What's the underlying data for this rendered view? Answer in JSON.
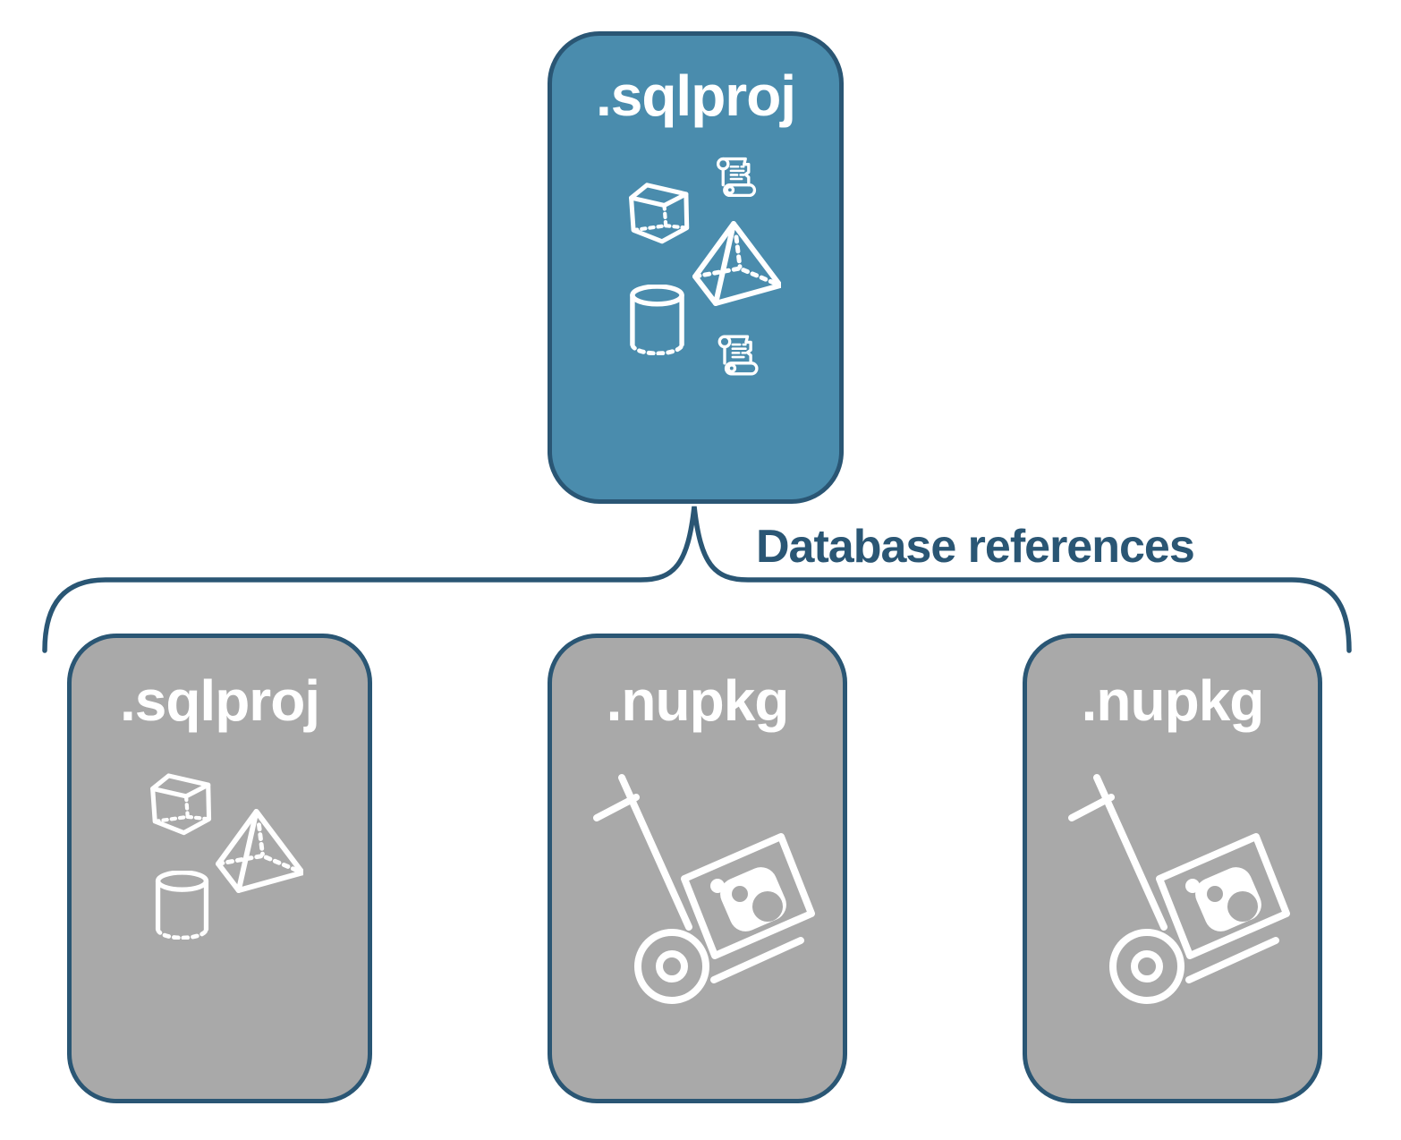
{
  "diagram": {
    "root_box": {
      "label": ".sqlproj",
      "kind": "sql-project",
      "icons": [
        "script-scroll",
        "cube",
        "pyramid",
        "cylinder",
        "script-scroll"
      ]
    },
    "edge": {
      "label": "Database references"
    },
    "child_boxes": [
      {
        "label": ".sqlproj",
        "kind": "sql-project-reference",
        "icons": [
          "cube",
          "pyramid",
          "cylinder"
        ]
      },
      {
        "label": ".nupkg",
        "kind": "nuget-package-reference",
        "icons": [
          "package-hand-truck"
        ]
      },
      {
        "label": ".nupkg",
        "kind": "nuget-package-reference",
        "icons": [
          "package-hand-truck"
        ]
      }
    ],
    "colors": {
      "root_fill": "#4A8CAD",
      "child_fill": "#A9A9A9",
      "outline_and_brace": "#2A5674",
      "edge_label_text": "#2A5674",
      "box_label_text": "#FFFFFF",
      "icon_stroke": "#FFFFFF",
      "background": "#FFFFFF"
    }
  }
}
